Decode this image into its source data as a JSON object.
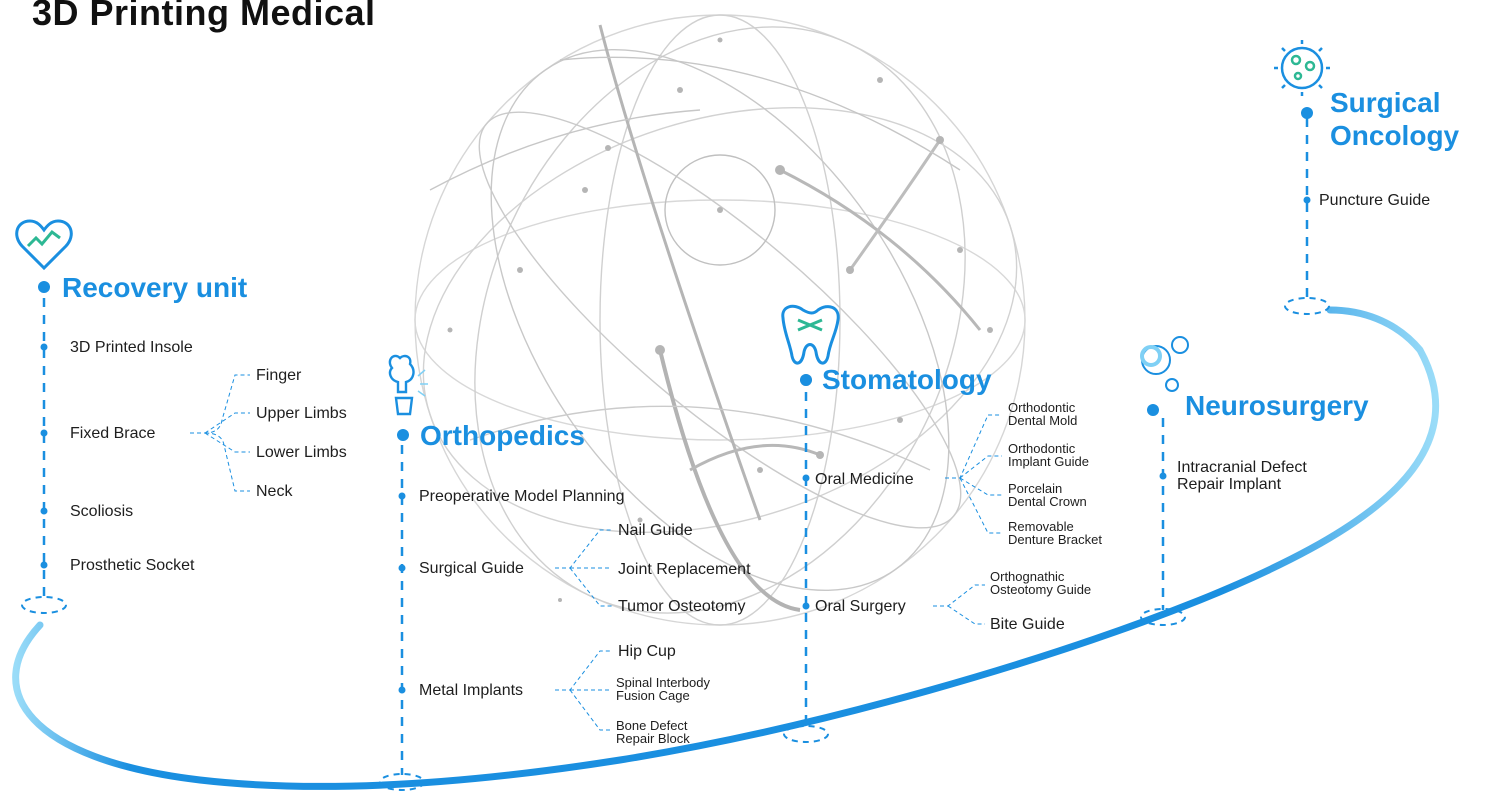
{
  "title": "3D Printing Medical",
  "colors": {
    "accent": "#1a8fe0",
    "accent_light": "#7fd0f5",
    "icon_green": "#2db894",
    "sphere": "#b8b8b8",
    "text": "#1e1e1e"
  },
  "categories": {
    "recovery": {
      "label": "Recovery unit",
      "icon": "heart-pulse-icon",
      "items": {
        "insole": "3D Printed Insole",
        "brace": "Fixed Brace",
        "brace_subs": [
          "Finger",
          "Upper Limbs",
          "Lower Limbs",
          "Neck"
        ],
        "scoliosis": "Scoliosis",
        "socket": "Prosthetic Socket"
      }
    },
    "orthopedics": {
      "label": "Orthopedics",
      "icon": "bone-joint-icon",
      "items": {
        "planning": "Preoperative Model Planning",
        "guide": "Surgical Guide",
        "guide_subs": [
          "Nail Guide",
          "Joint Replacement",
          "Tumor Osteotomy"
        ],
        "implants": "Metal Implants",
        "implant_subs": [
          "Hip Cup",
          "Spinal Interbody\nFusion Cage",
          "Bone Defect\nRepair Block"
        ]
      }
    },
    "stomatology": {
      "label": "Stomatology",
      "icon": "tooth-icon",
      "items": {
        "medicine": "Oral Medicine",
        "medicine_subs": [
          "Orthodontic\nDental Mold",
          "Orthodontic\nImplant Guide",
          "Porcelain\nDental Crown",
          "Removable\nDenture Bracket"
        ],
        "surgery": "Oral Surgery",
        "surgery_subs": [
          "Orthognathic\nOsteotomy Guide",
          "Bite Guide"
        ]
      }
    },
    "neurosurgery": {
      "label": "Neurosurgery",
      "icon": "bubbles-icon",
      "items": {
        "implant": "Intracranial Defect\nRepair Implant"
      }
    },
    "oncology": {
      "label": "Surgical\nOncology",
      "icon": "virus-cell-icon",
      "items": {
        "puncture": "Puncture Guide"
      }
    }
  }
}
